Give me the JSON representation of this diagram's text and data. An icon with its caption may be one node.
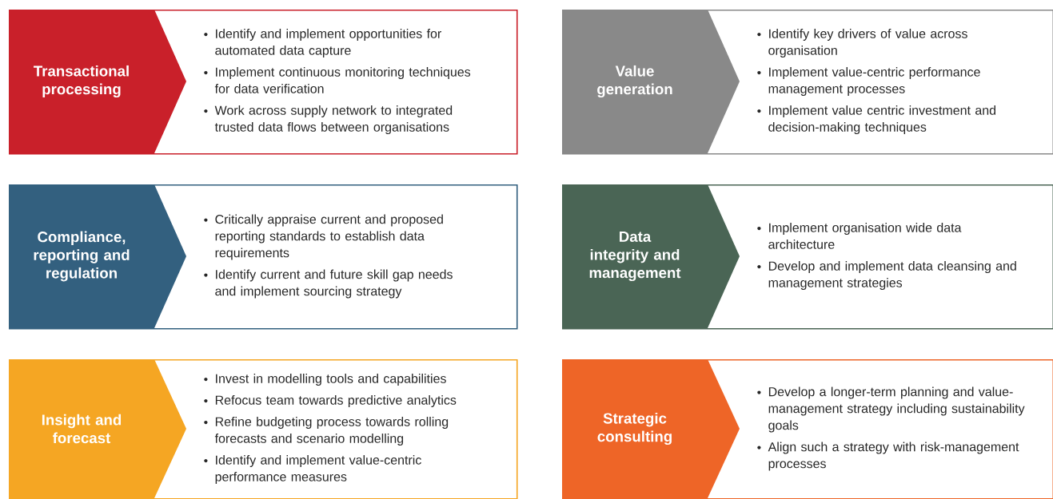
{
  "diagram": {
    "nodes": [
      {
        "text": [
          "Transactional processing",
          "Identify and implement opportunities for automated data capture",
          "Implement continuous monitoring techniques for data verification",
          "Work across supply network to integrated trusted data flows between organisations"
        ]
      },
      {
        "text": [
          "Value generation",
          "Identify key drivers of value across organisation",
          "Implement value-centric performance management processes",
          "Implement value centric investment and decision-making techniques"
        ]
      },
      {
        "text": [
          "Compliance, reporting and regulation",
          "Critically appraise current and proposed reporting standards to establish data requirements",
          "Identify current and future skill gap needs and implement sourcing strategy"
        ]
      },
      {
        "text": [
          "Data integrity and management",
          "Implement organisation wide data architecture",
          "Develop and implement data cleansing and management strategies"
        ]
      },
      {
        "text": [
          "Insight and forecast",
          "Invest in modelling tools and capabilities",
          "Refocus team towards predictive analytics",
          "Refine budgeting process towards rolling forecasts and scenario modelling",
          "Identify and implement value-centric performance measures"
        ]
      },
      {
        "text": [
          "Strategic consulting",
          "Develop a longer-term planning and value-management strategy including sustainability goals",
          "Align such a strategy with risk-management processes"
        ]
      }
    ]
  }
}
